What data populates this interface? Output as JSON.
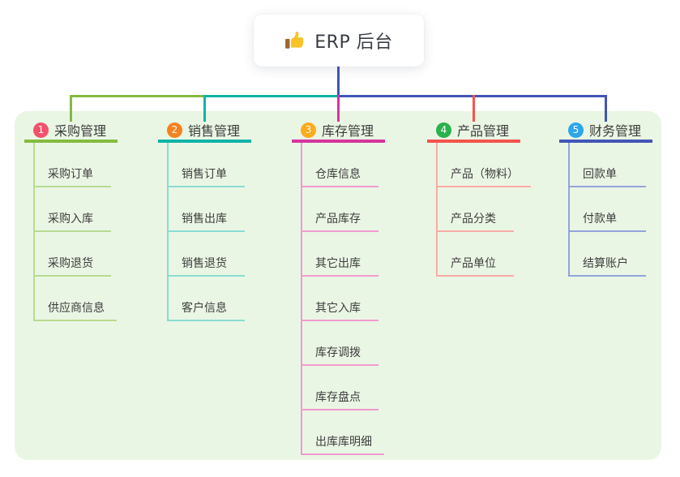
{
  "root": {
    "label": "ERP 后台",
    "icon": "thumbs-up-icon"
  },
  "canvas": {
    "background": "#ffffff",
    "panel_background": "#eaf6e4",
    "root_line_color": "#4156b5"
  },
  "branches": [
    {
      "index": "1",
      "label": "采购管理",
      "badge_color": "#f4516c",
      "line_color": "#84bb40",
      "child_line_color": "#b7db91",
      "children": [
        "采购订单",
        "采购入库",
        "采购退货",
        "供应商信息"
      ]
    },
    {
      "index": "2",
      "label": "销售管理",
      "badge_color": "#f5821f",
      "line_color": "#10b3a8",
      "child_line_color": "#8adcd3",
      "children": [
        "销售订单",
        "销售出库",
        "销售退货",
        "客户信息"
      ]
    },
    {
      "index": "3",
      "label": "库存管理",
      "badge_color": "#fbab1c",
      "line_color": "#d4359e",
      "child_line_color": "#f09bce",
      "children": [
        "仓库信息",
        "产品库存",
        "其它出库",
        "其它入库",
        "库存调拨",
        "库存盘点",
        "出库库明细"
      ]
    },
    {
      "index": "4",
      "label": "产品管理",
      "badge_color": "#2bb24c",
      "line_color": "#f4544c",
      "child_line_color": "#f9aba5",
      "children": [
        "产品（物料）",
        "产品分类",
        "产品单位"
      ]
    },
    {
      "index": "5",
      "label": "财务管理",
      "badge_color": "#2ca6e9",
      "line_color": "#4156b5",
      "child_line_color": "#93a4da",
      "children": [
        "回款单",
        "付款单",
        "结算账户"
      ]
    }
  ]
}
